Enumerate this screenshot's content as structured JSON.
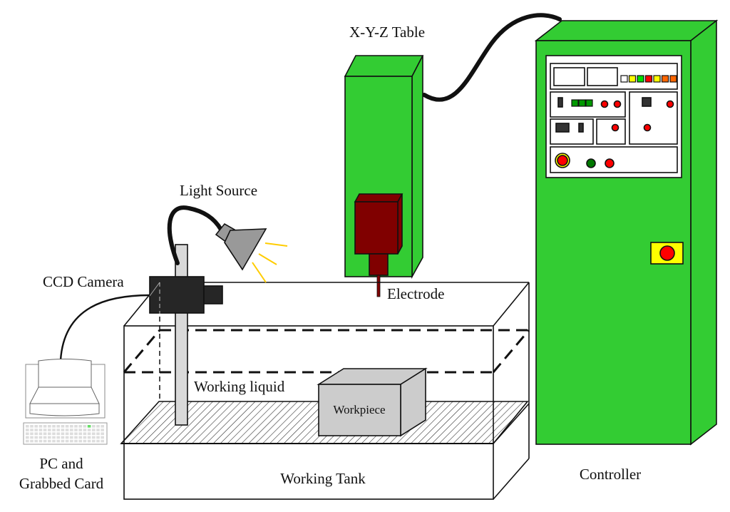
{
  "diagram": {
    "title": "EDM machining system with CCD vision",
    "labels": {
      "xyz_table": "X-Y-Z  Table",
      "light_source": "Light Source",
      "ccd_camera": "CCD Camera",
      "electrode": "Electrode",
      "working_liquid": "Working liquid",
      "workpiece": "Workpiece",
      "pc_line1": "PC and",
      "pc_line2": "Grabbed Card",
      "working_tank": "Working Tank",
      "controller": "Controller"
    },
    "colors": {
      "machine_green": "#33cc33",
      "electrode_red": "#800000",
      "lamp_gray": "#999999",
      "camera_dark": "#262626",
      "light_rays": "#ffcc00",
      "workpiece_gray": "#cccccc",
      "pole_gray": "#d9d9d9",
      "button_red": "#ff0000",
      "button_green": "#007700",
      "estop_yellow": "#ffff00"
    },
    "controller_panel": {
      "indicator_lamps": [
        "#ffffff",
        "#ffff00",
        "#00dd00",
        "#ff0000",
        "#ffff00",
        "#ff6600",
        "#ff6600"
      ],
      "green_segments": [
        "#009900",
        "#009900",
        "#009900"
      ]
    }
  }
}
